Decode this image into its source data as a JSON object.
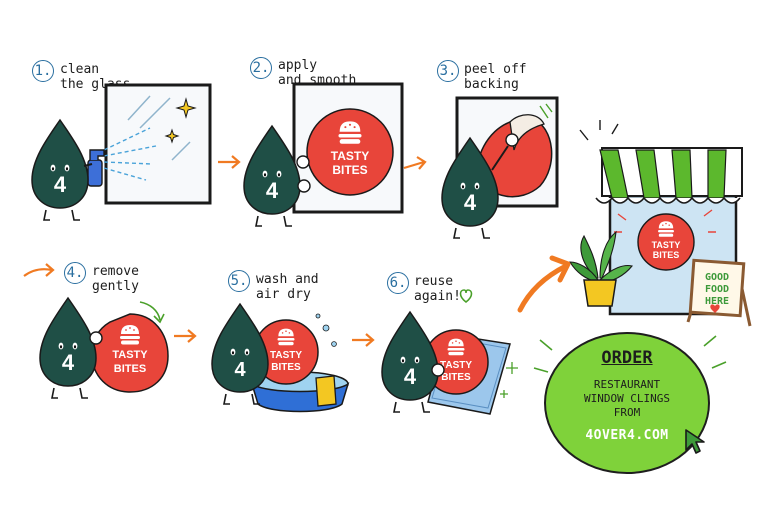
{
  "steps": [
    {
      "num": "1.",
      "text": "clean\nthe glass"
    },
    {
      "num": "2.",
      "text": "apply\nand smooth"
    },
    {
      "num": "3.",
      "text": "peel off\nbacking"
    },
    {
      "num": "4.",
      "text": "remove\ngently"
    },
    {
      "num": "5.",
      "text": "wash and\nair dry"
    },
    {
      "num": "6.",
      "text": "reuse\nagain!"
    }
  ],
  "mascot_label": "4",
  "cling_logo": {
    "line1": "TASTY",
    "line2": "BITES"
  },
  "sign": {
    "line1": "GOOD",
    "line2": "FOOD",
    "line3": "HERE"
  },
  "order": {
    "title": "ORDER",
    "line1": "RESTAURANT",
    "line2": "WINDOW CLINGS",
    "line3": "FROM",
    "site": "4OVER4.COM"
  },
  "colors": {
    "mascot": "#1f4f46",
    "cling_red": "#e8453a",
    "order_green": "#7fd23a",
    "arrow_orange": "#f07a22",
    "number_blue": "#2a6fa0",
    "awning_green": "#5cb82d"
  },
  "icons": [
    "spray-bottle-icon",
    "sparkle-icon",
    "burger-icon",
    "heart-icon",
    "cursor-icon",
    "plant-icon"
  ]
}
